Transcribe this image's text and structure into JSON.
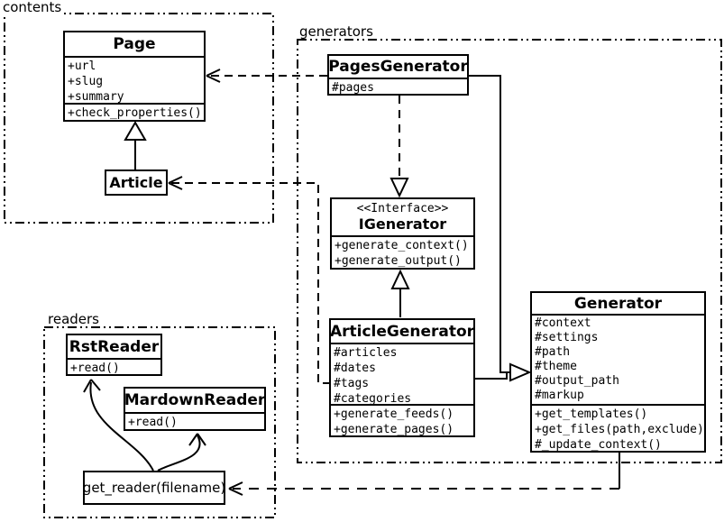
{
  "colors": {
    "ink": "#000000",
    "paper": "#ffffff"
  },
  "packages": {
    "contents": {
      "label": "contents",
      "classes": {
        "page": {
          "name": "Page",
          "attributes": [
            "+url",
            "+slug",
            "+summary"
          ],
          "methods": [
            "+check_properties()"
          ]
        },
        "article": {
          "name": "Article"
        }
      }
    },
    "generators": {
      "label": "generators",
      "classes": {
        "pages_generator": {
          "name": "PagesGenerator",
          "attributes": [
            "#pages"
          ]
        },
        "igenerator": {
          "stereotype": "<<Interface>>",
          "name": "IGenerator",
          "methods": [
            "+generate_context()",
            "+generate_output()"
          ]
        },
        "article_generator": {
          "name": "ArticleGenerator",
          "attributes": [
            "#articles",
            "#dates",
            "#tags",
            "#categories"
          ],
          "methods": [
            "+generate_feeds()",
            "+generate_pages()"
          ]
        },
        "generator": {
          "name": "Generator",
          "attributes": [
            "#context",
            "#settings",
            "#path",
            "#theme",
            "#output_path",
            "#markup"
          ],
          "methods": [
            "+get_templates()",
            "+get_files(path,exclude)",
            "#_update_context()"
          ]
        }
      }
    },
    "readers": {
      "label": "readers",
      "classes": {
        "rst_reader": {
          "name": "RstReader",
          "methods": [
            "+read()"
          ]
        },
        "mardown_reader": {
          "name": "MardownReader",
          "methods": [
            "+read()"
          ]
        }
      },
      "function_box": {
        "label": "get_reader(filename)"
      }
    }
  }
}
